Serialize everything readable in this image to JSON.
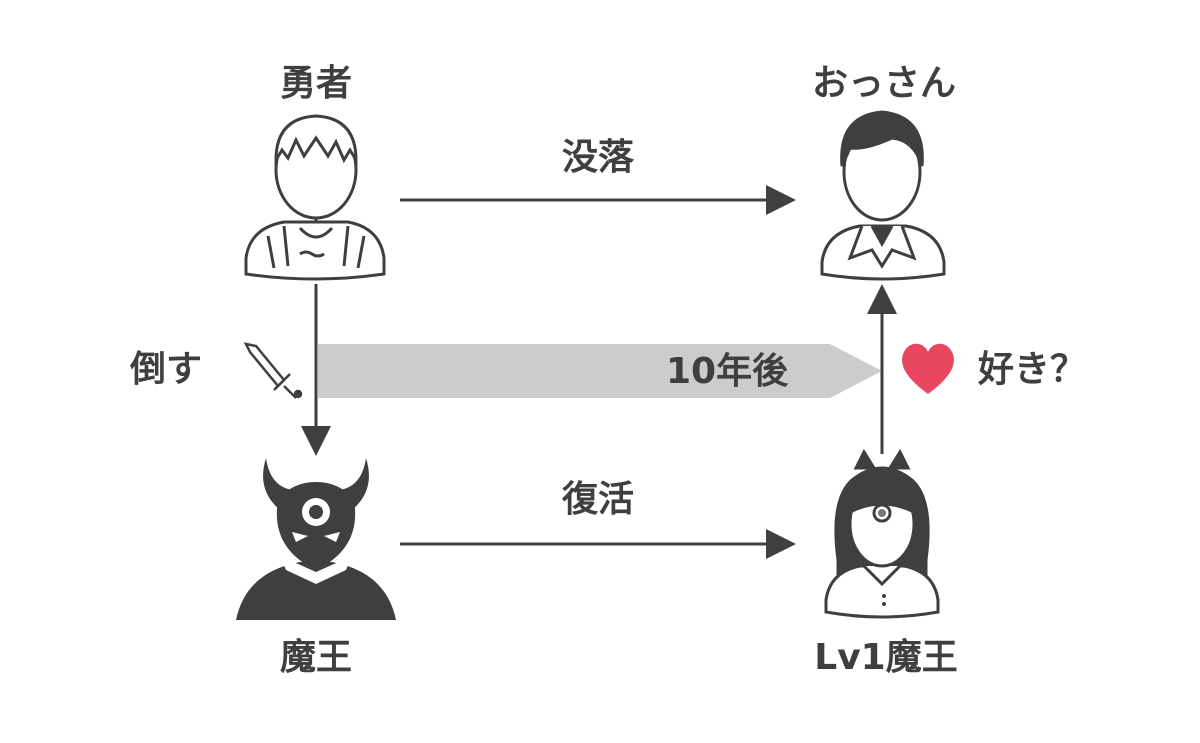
{
  "nodes": {
    "hero": {
      "label": "勇者"
    },
    "ossan": {
      "label": "おっさん"
    },
    "demon_king": {
      "label": "魔王"
    },
    "lv1_demon_king": {
      "label": "Lv1魔王"
    }
  },
  "edges": {
    "decline": {
      "label": "没落"
    },
    "revive": {
      "label": "復活"
    },
    "defeat": {
      "label": "倒す"
    },
    "love": {
      "label": "好き？"
    }
  },
  "timeline": {
    "label": "10年後"
  },
  "icons": {
    "hero": "boy-avatar-icon",
    "ossan": "man-avatar-icon",
    "demon_king": "horned-one-eyed-demon-icon",
    "lv1_demon_king": "girl-with-ribbon-one-eye-icon",
    "sword": "sword-icon",
    "heart": "heart-icon"
  },
  "colors": {
    "ink": "#3f3f3f",
    "timeline_band": "#cccccc",
    "heart": "#e8475f"
  }
}
